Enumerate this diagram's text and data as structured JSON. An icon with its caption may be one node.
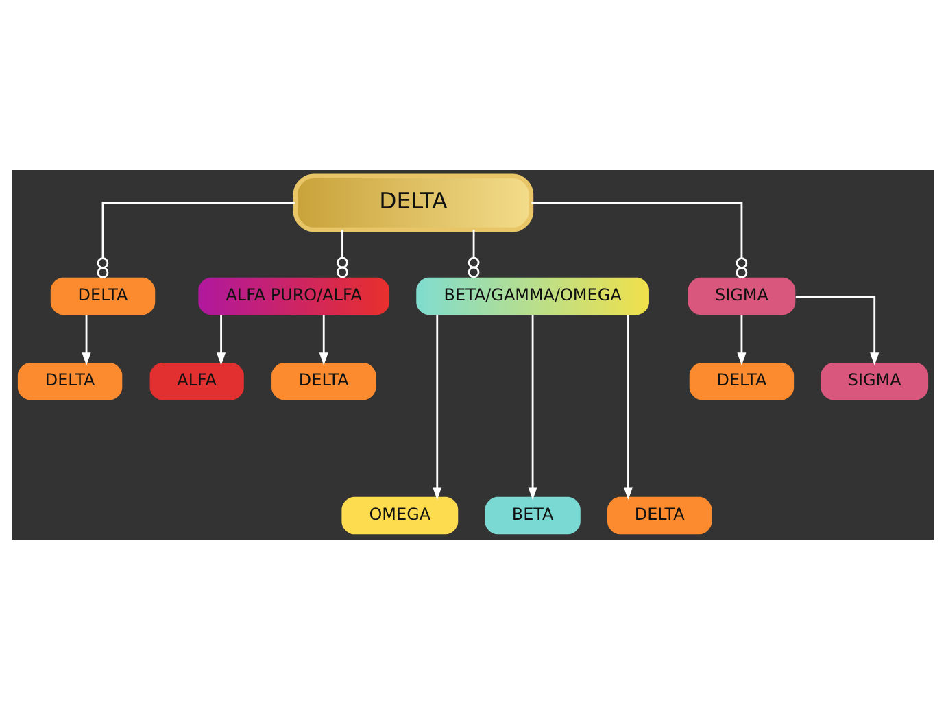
{
  "diagram": {
    "nodes": [
      {
        "text": [
          "DELTA"
        ]
      },
      {
        "text": [
          "DELTA"
        ]
      },
      {
        "text": [
          "ALFA PURO/ALFA"
        ]
      },
      {
        "text": [
          "BETA/GAMMA/OMEGA"
        ]
      },
      {
        "text": [
          "SIGMA"
        ]
      },
      {
        "text": [
          "DELTA"
        ]
      },
      {
        "text": [
          "ALFA"
        ]
      },
      {
        "text": [
          "DELTA"
        ]
      },
      {
        "text": [
          "DELTA"
        ]
      },
      {
        "text": [
          "SIGMA"
        ]
      },
      {
        "text": [
          "OMEGA"
        ]
      },
      {
        "text": [
          "BETA"
        ]
      },
      {
        "text": [
          "DELTA"
        ]
      }
    ],
    "edges": [
      {
        "from": 0,
        "to": 1,
        "arrow": "other"
      },
      {
        "from": 0,
        "to": 2,
        "arrow": "other"
      },
      {
        "from": 0,
        "to": 3,
        "arrow": "other"
      },
      {
        "from": 0,
        "to": 4,
        "arrow": "other"
      },
      {
        "from": 1,
        "to": 5,
        "arrow": "to"
      },
      {
        "from": 2,
        "to": 6,
        "arrow": "to"
      },
      {
        "from": 2,
        "to": 7,
        "arrow": "to"
      },
      {
        "from": 4,
        "to": 8,
        "arrow": "to"
      },
      {
        "from": 4,
        "to": 9,
        "arrow": "to"
      },
      {
        "from": 3,
        "to": 10,
        "arrow": "to"
      },
      {
        "from": 3,
        "to": 11,
        "arrow": "to"
      },
      {
        "from": 3,
        "to": 12,
        "arrow": "to"
      }
    ]
  }
}
